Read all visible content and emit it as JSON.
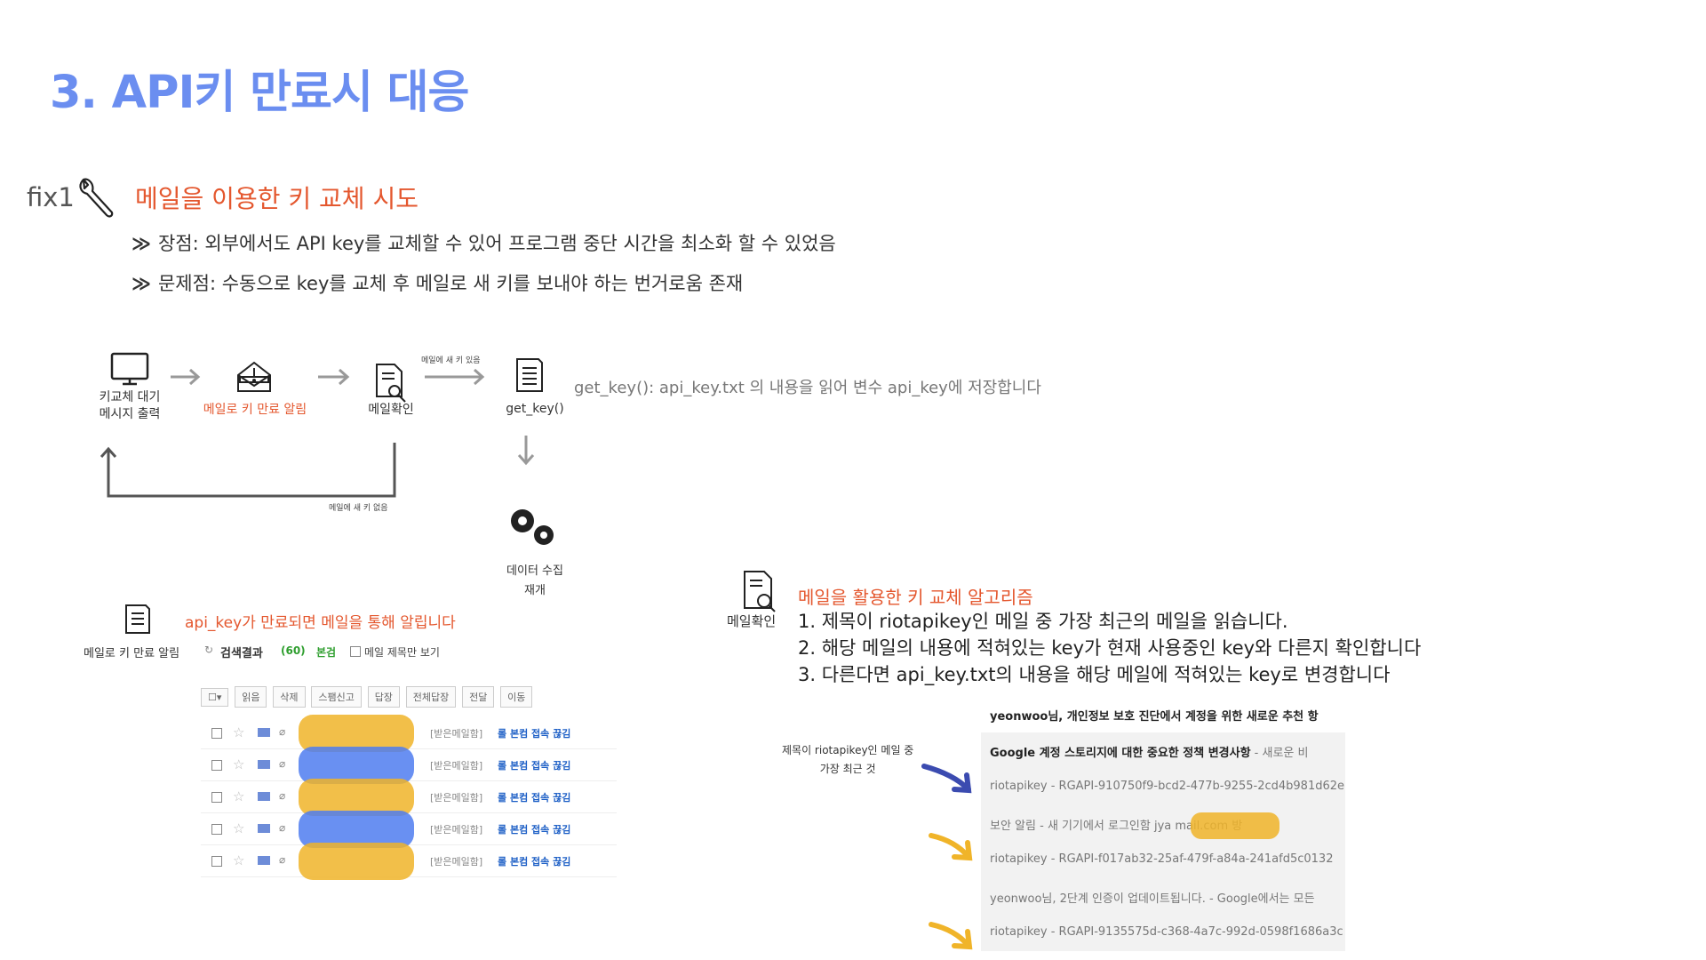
{
  "title": "3. API키 만료시 대응",
  "fix": {
    "label": "fix1",
    "heading": "메일을 이용한 키 교체 시도",
    "pros": "장점: 외부에서도 API key를 교체할 수 있어 프로그램 중단 시간을 최소화 할 수 있었음",
    "cons": "문제점: 수동으로 key를 교체 후 메일로 새 키를 보내야 하는 번거로움 존재",
    "chevron": "≫"
  },
  "flow": {
    "step1": "키교체 대기\n메시지 출력",
    "step2": "메일로 키 만료 알림",
    "step3": "메일확인",
    "step4": "get_key()",
    "step5": "데이터 수집\n재개",
    "arrow_yes": "메일에 새 키 있음",
    "arrow_no": "메일에 새 키 없음",
    "get_key_desc": "get_key(): api_key.txt 의 내용을 읽어 변수 api_key에 저장합니다"
  },
  "notify": {
    "icon_label": "메일로 키 만료 알림",
    "heading": "api_key가 만료되면 메일을 통해 알립니다",
    "search_result": "검색결과",
    "count": "(60)",
    "scope": "본검",
    "subject_only": "메일 제목만 보기",
    "buttons": [
      "읽음",
      "삭제",
      "스팸신고",
      "답장",
      "전체답장",
      "전달",
      "이동"
    ],
    "rows": [
      {
        "tag": "[받은메일함]",
        "subject": "롤 본컴 접속 끊김"
      },
      {
        "tag": "[받은메일함]",
        "subject": "롤 본컴 접속 끊김"
      },
      {
        "tag": "[받은메일함]",
        "subject": "롤 본컴 접속 끊김"
      },
      {
        "tag": "[받은메일함]",
        "subject": "롤 본컴 접속 끊김"
      },
      {
        "tag": "[받은메일함]",
        "subject": "롤 본컴 접속 끊김"
      }
    ]
  },
  "algorithm": {
    "icon_label": "메일확인",
    "heading": "메일을 활용한 키 교체 알고리즘",
    "step1": "1. 제목이 riotapikey인 메일 중 가장 최근의 메일을 읽습니다.",
    "step2": "2. 해당 메일의 내용에 적혀있는 key가 현재 사용중인 key와 다른지 확인합니다",
    "step3": "3. 다른다면 api_key.txt의 내용을 해당 메일에 적혀있는 key로 변경합니다",
    "callout": "제목이 riotapikey인 메일 중\n가장 최근 것"
  },
  "inbox": {
    "rows": [
      {
        "sender": "yeonwoo님, 개인정보 보호 진단에서 계정을 위한 새로운 추천 항",
        "rest": ""
      },
      {
        "sender": "Google 계정 스토리지에 대한 중요한 정책 변경사항",
        "rest": " - 새로운 비"
      },
      {
        "sender": "riotapikey",
        "rest": " - RGAPI-910750f9-bcd2-477b-9255-2cd4b981d62e"
      },
      {
        "sender": "보안 알림",
        "rest": " - 새 기기에서 로그인함 jya          mail.com 방"
      },
      {
        "sender": "riotapikey",
        "rest": " - RGAPI-f017ab32-25af-479f-a84a-241afd5c0132"
      },
      {
        "sender": "yeonwoo님, 2단계 인증이 업데이트됩니다.",
        "rest": " - Google에서는 모든"
      },
      {
        "sender": "riotapikey",
        "rest": " - RGAPI-9135575d-c368-4a7c-992d-0598f1686a3c"
      }
    ]
  },
  "colors": {
    "title": "#6b8ef0",
    "accent_red": "#e4572e",
    "arrow_blue": "#3b4bb0",
    "arrow_yellow": "#f0b429"
  }
}
